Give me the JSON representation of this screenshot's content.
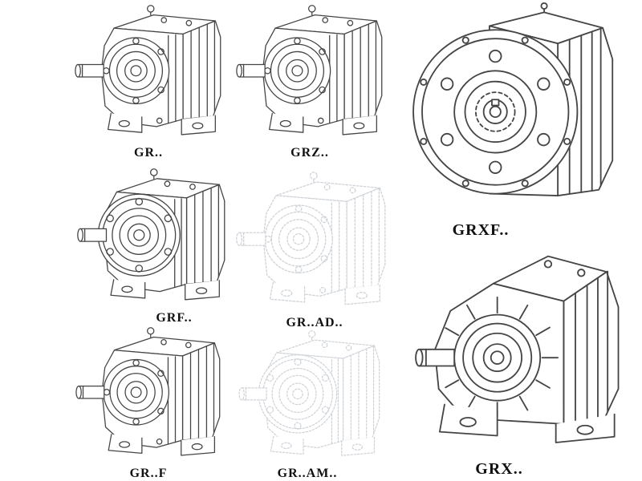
{
  "title": "gear reducer series catalog",
  "colors": {
    "background": "#ffffff",
    "line": "#454545",
    "ghost_line": "#cfd3d8",
    "label": "#111111"
  },
  "figures": [
    {
      "id": "gr",
      "label": "GR..",
      "rendering": "solid"
    },
    {
      "id": "grz",
      "label": "GRZ..",
      "rendering": "solid"
    },
    {
      "id": "grxf",
      "label": "GRXF..",
      "rendering": "solid"
    },
    {
      "id": "grf",
      "label": "GRF..",
      "rendering": "solid"
    },
    {
      "id": "gr-ad",
      "label": "GR..AD..",
      "rendering": "ghost"
    },
    {
      "id": "grx",
      "label": "GRX..",
      "rendering": "solid"
    },
    {
      "id": "gr-f",
      "label": "GR..F",
      "rendering": "solid"
    },
    {
      "id": "gr-am",
      "label": "GR..AM..",
      "rendering": "ghost"
    }
  ]
}
